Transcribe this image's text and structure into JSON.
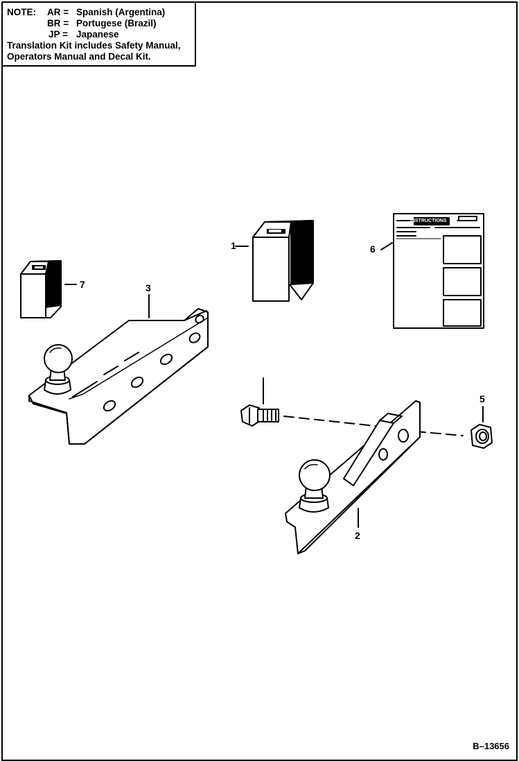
{
  "note": {
    "label": "NOTE:",
    "entries": [
      {
        "code": "AR =",
        "language": "Spanish (Argentina)"
      },
      {
        "code": "BR =",
        "language": "Portugese (Brazil)"
      },
      {
        "code": "JP =",
        "language": "Japanese"
      }
    ],
    "kit_line1": "Translation Kit includes Safety Manual,",
    "kit_line2": "Operators Manual and Decal Kit."
  },
  "callouts": {
    "c1": "1",
    "c2": "2",
    "c3": "3",
    "c5": "5",
    "c6": "6",
    "c7": "7"
  },
  "manual_heading": "INSTRUCTIONS",
  "figure_number": "B–13656"
}
